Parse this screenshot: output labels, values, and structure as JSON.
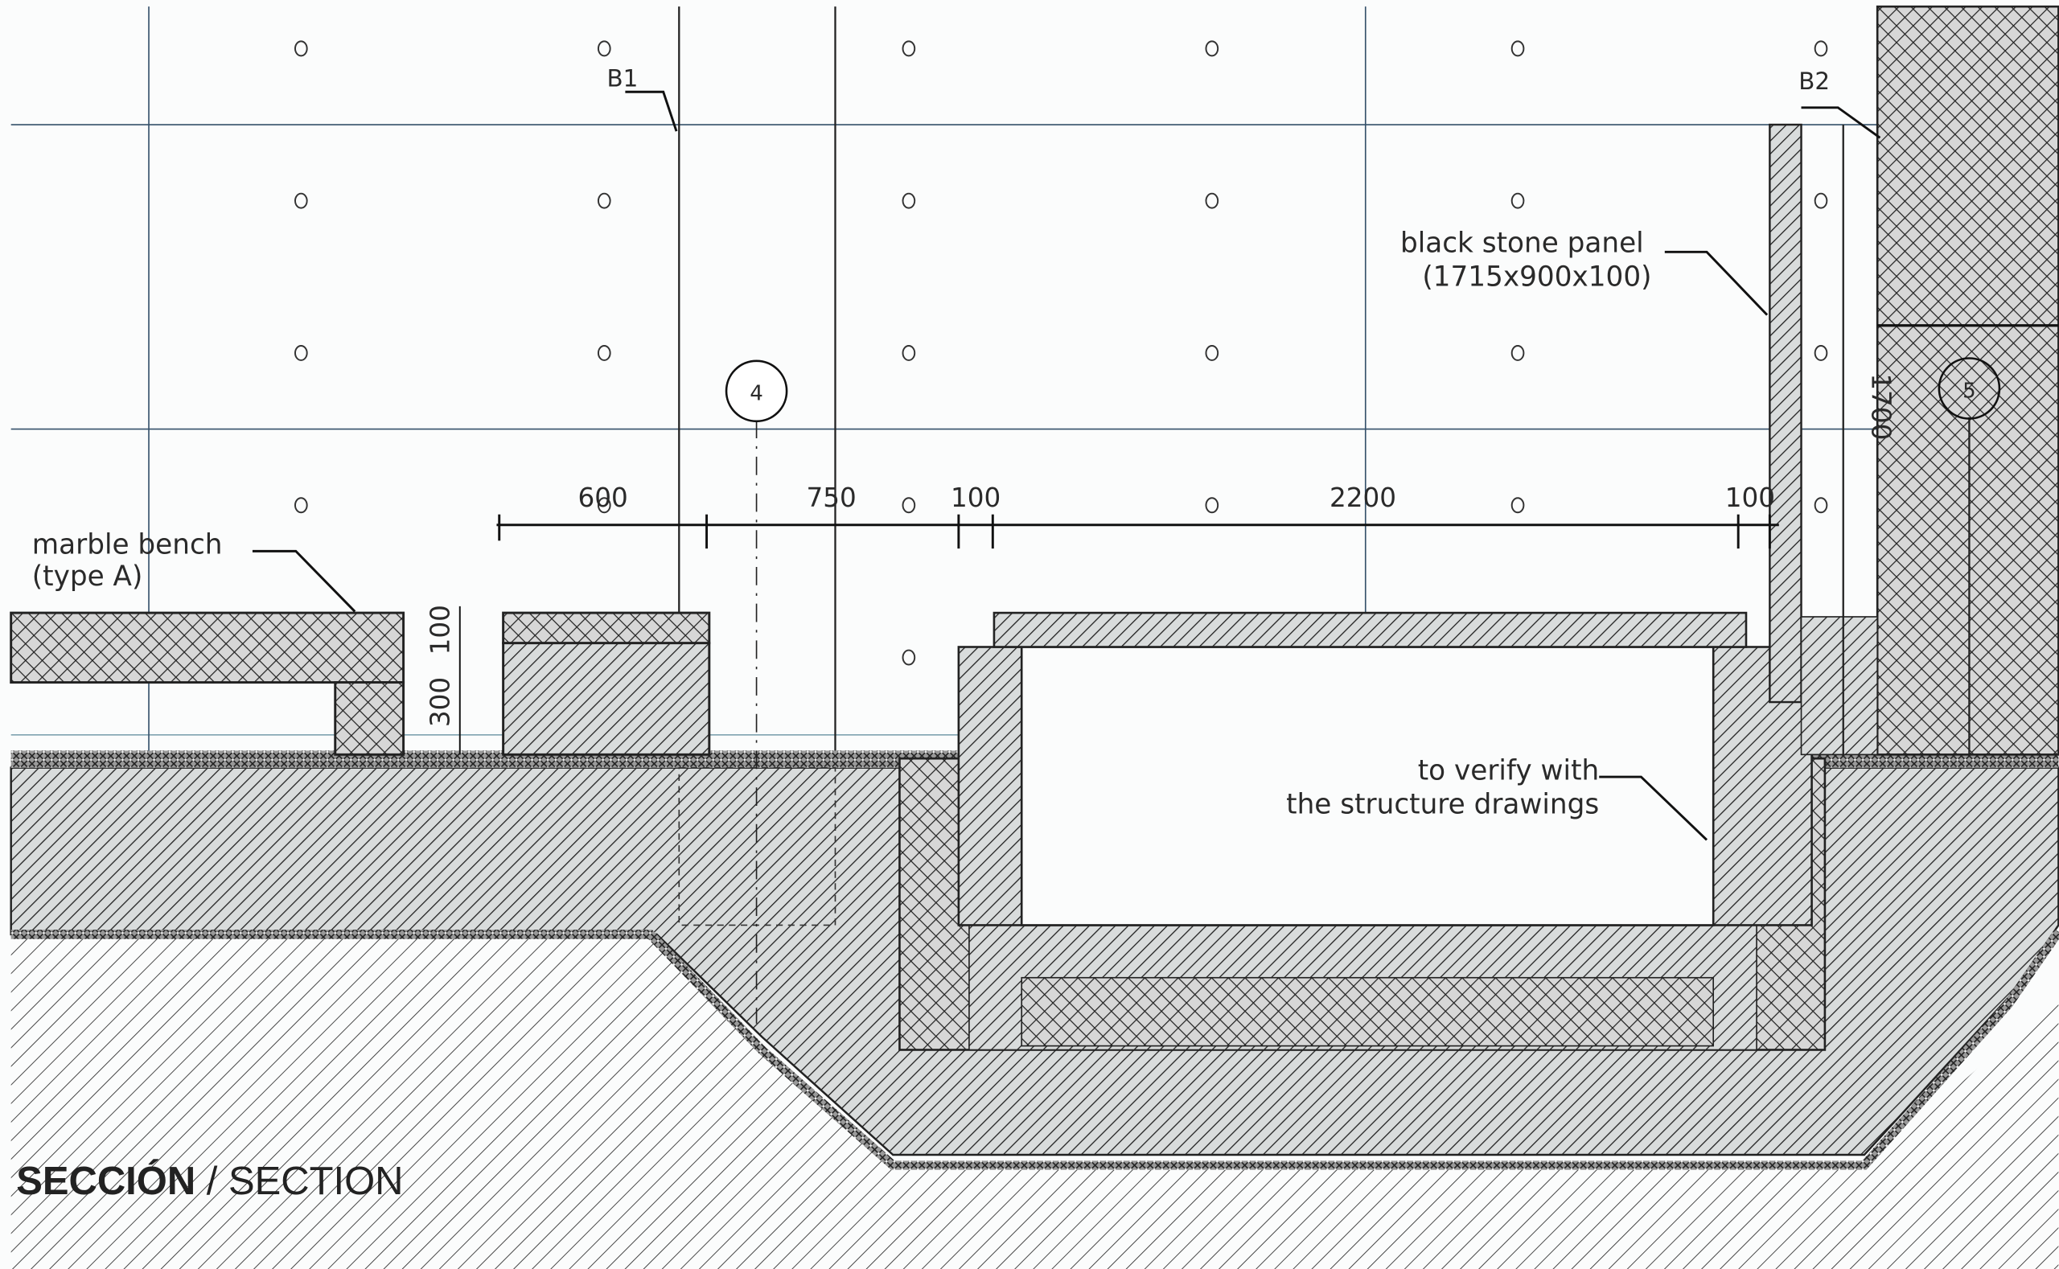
{
  "drawing": {
    "title_bold": "SECCIÓN",
    "title_sep": " / ",
    "title_rest": "SECTION",
    "tags": {
      "b1": "B1",
      "b2": "B2"
    },
    "markers": {
      "axis_left": "4",
      "axis_right": "5"
    },
    "annotations": {
      "marble_bench_1": "marble bench",
      "marble_bench_2": "(type A)",
      "stone_panel_1": "black stone panel",
      "stone_panel_2": "(1715x900x100)",
      "verify_1": "to verify with",
      "verify_2": "the structure drawings"
    },
    "dimensions": {
      "d600": "600",
      "d750": "750",
      "d100a": "100",
      "d2200": "2200",
      "d100b": "100",
      "v100": "100",
      "v300": "300",
      "v1700": "1700"
    }
  }
}
